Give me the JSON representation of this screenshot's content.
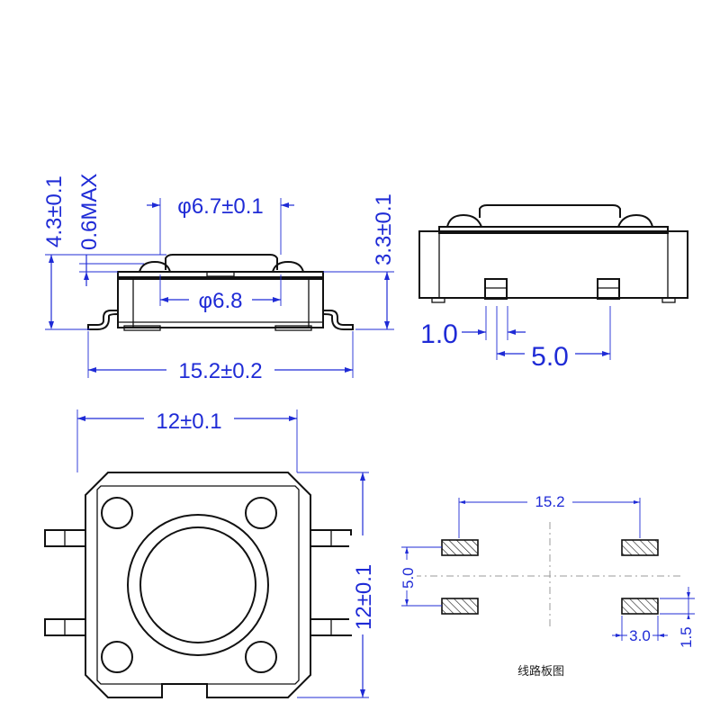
{
  "colors": {
    "dimension": "#1f2bd6",
    "outline": "#111111",
    "background": "#ffffff"
  },
  "side_view": {
    "dims": {
      "total_height": "4.3±0.1",
      "actuator_offset": "0.6MAX",
      "actuator_top_dia": "φ6.7±0.1",
      "actuator_base_dia": "φ6.8",
      "body_height": "3.3±0.1",
      "overall_length": "15.2±0.2"
    }
  },
  "front_view": {
    "dims": {
      "pin_width": "1.0",
      "pin_spacing": "5.0"
    }
  },
  "top_view": {
    "dims": {
      "width": "12±0.1",
      "height": "12±0.1"
    }
  },
  "pcb_layout": {
    "dims": {
      "span": "15.2",
      "pitch": "5.0",
      "pad_width": "3.0",
      "pad_height": "1.5"
    },
    "caption": "线路板图"
  }
}
